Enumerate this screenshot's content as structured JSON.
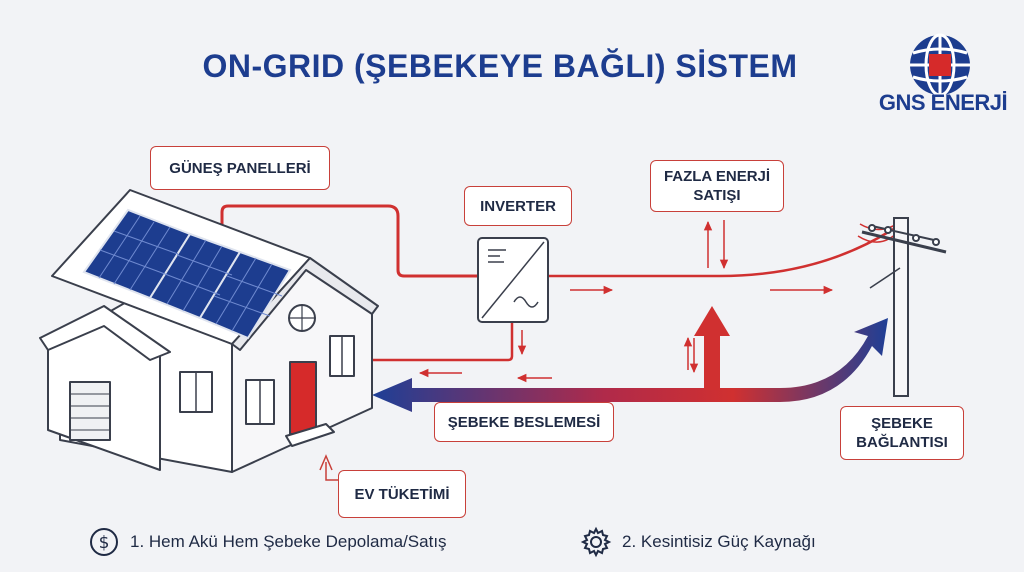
{
  "title": "ON-GRID (ŞEBEKEYE BAĞLI) SİSTEM",
  "brand": {
    "name": "GNS ENERJİ",
    "icon": "globe-logo-icon",
    "colors": {
      "blue": "#1d3d8f",
      "red": "#d62a2a"
    }
  },
  "labels": {
    "solar_panels": "GÜNEŞ PANELLERİ",
    "inverter": "INVERTER",
    "excess_sale_line1": "FAZLA ENERJİ",
    "excess_sale_line2": "SATIŞI",
    "grid_feed": "ŞEBEKE BESLEMESİ",
    "grid_connection_line1": "ŞEBEKE",
    "grid_connection_line2": "BAĞLANTISI",
    "home_consumption": "EV TÜKETİMİ"
  },
  "legend": [
    {
      "icon": "dollar-coin-icon",
      "text": "1. Hem Akü Hem Şebeke Depolama/Satış"
    },
    {
      "icon": "gear-icon",
      "text": "2. Kesintisiz Güç Kaynağı"
    }
  ],
  "colors": {
    "flow_red": "#d03030",
    "flow_blue": "#1e3f96",
    "label_border": "#c8403a",
    "background": "#f2f3f6"
  }
}
